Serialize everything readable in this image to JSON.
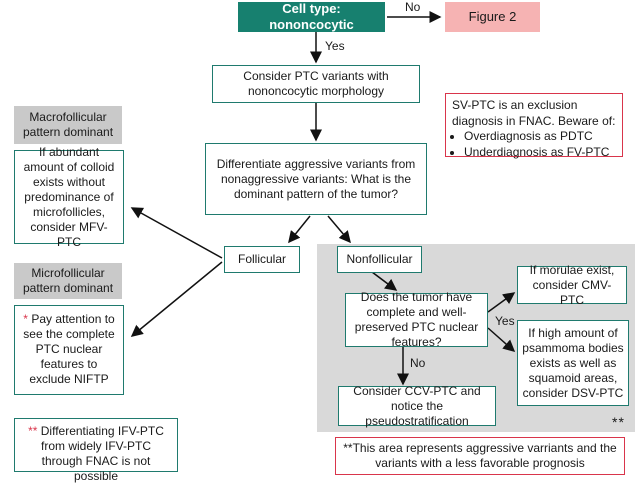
{
  "start": {
    "label": "Cell type: nononcocytic"
  },
  "no_label": "No",
  "yes_label": "Yes",
  "figure2": {
    "label": "Figure 2"
  },
  "consider_ptc": {
    "label": "Consider PTC variants with nononcocytic morphology"
  },
  "differentiate": {
    "label": "Differentiate aggressive variants from nonaggressive variants: What is the dominant pattern of the tumor?"
  },
  "follicular": {
    "label": "Follicular"
  },
  "nonfollicular": {
    "label": "Nonfollicular"
  },
  "macro": {
    "header": "Macrofollicular pattern dominant",
    "box": "If abundant amount of colloid exists without predominance of microfollicles, consider MFV-PTC"
  },
  "micro": {
    "header": "Microfollicular pattern dominant",
    "marker": "*",
    "box": "Pay attention to see the complete PTC nuclear features to exclude NIFTP",
    "note_marker": "**",
    "note": "Differentiating IFV-PTC from widely IFV-PTC through FNAC is not possible"
  },
  "question": {
    "label": "Does the tumor have complete and well-preserved PTC nuclear features?"
  },
  "q_no": "No",
  "q_yes": "Yes",
  "ccv": {
    "label": "Consider CCV-PTC and notice the pseudostratification"
  },
  "cmv": {
    "label": "If morulae exist, consider CMV-PTC"
  },
  "dsv": {
    "label": "If high amount of psammoma bodies exists as well as squamoid areas, consider DSV-PTC"
  },
  "sv_note": {
    "intro": "SV-PTC is an exclusion diagnosis in FNAC. Beware of:",
    "items": [
      "Overdiagnosis as PDTC",
      "Underdiagnosis as FV-PTC"
    ]
  },
  "area_marker": "**",
  "footnote": {
    "marker": "**",
    "text": "This area represents aggressive varriants and the variants with a less favorable prognosis"
  },
  "colors": {
    "teal": "#17806f",
    "pink": "#f6b3b3",
    "gray_area": "#d9d9d9",
    "red": "#d9354b"
  }
}
